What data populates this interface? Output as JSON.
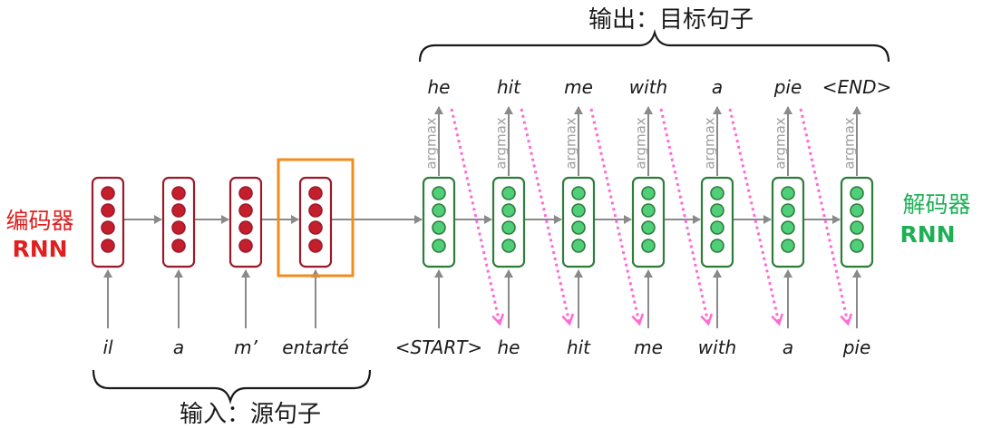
{
  "title_output": "输出：目标句子",
  "title_input": "输入：源句子",
  "encoder_label": {
    "line1": "编码器",
    "line2": "RNN",
    "color": "#e02020"
  },
  "decoder_label": {
    "line1": "解码器",
    "line2": "RNN",
    "color": "#1fb056"
  },
  "encoder_words": [
    "il",
    "a",
    "m’",
    "entarté"
  ],
  "decoder_inputs": [
    "<START>",
    "he",
    "hit",
    "me",
    "with",
    "a",
    "pie"
  ],
  "decoder_outputs": [
    "he",
    "hit",
    "me",
    "with",
    "a",
    "pie",
    "<END>"
  ],
  "argmax_label": "argmax",
  "colors": {
    "encoder_stroke": "#9c1a2a",
    "encoder_fill": "#c51f2e",
    "decoder_stroke": "#2e7d3a",
    "decoder_fill": "#4fcf7a",
    "highlight": "#f28c1c",
    "arrow": "#8a8a8a",
    "feed": "#ff6ad5"
  }
}
